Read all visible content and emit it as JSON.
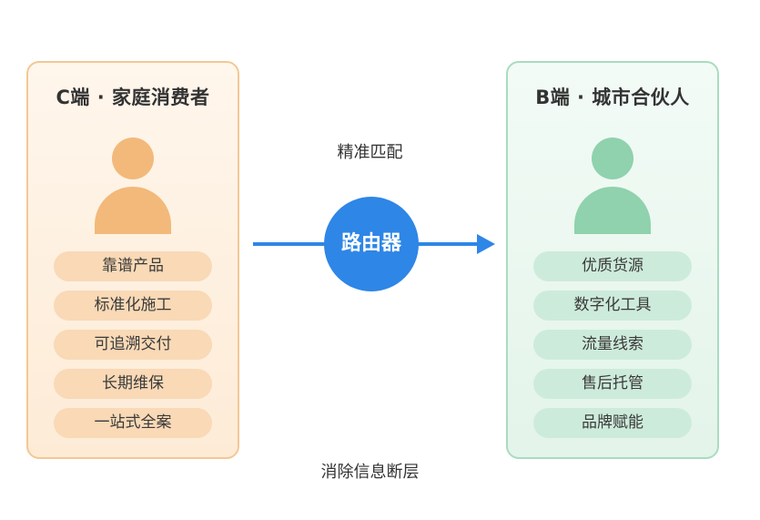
{
  "left_card": {
    "title": "C端 · 家庭消费者",
    "items": [
      "靠谱产品",
      "标准化施工",
      "可追溯交付",
      "长期维保",
      "一站式全案"
    ]
  },
  "right_card": {
    "title": "B端 · 城市合伙人",
    "items": [
      "优质货源",
      "数字化工具",
      "流量线索",
      "售后托管",
      "品牌赋能"
    ]
  },
  "connector": {
    "top_label": "精准匹配",
    "center_label": "路由器",
    "bottom_label": "消除信息断层"
  },
  "colors": {
    "left_accent": "#f2b97a",
    "right_accent": "#8fd2ad",
    "router": "#2e86e6"
  },
  "icons": {
    "left_avatar": "person-icon",
    "right_avatar": "person-icon",
    "arrow": "arrow-right-icon"
  }
}
